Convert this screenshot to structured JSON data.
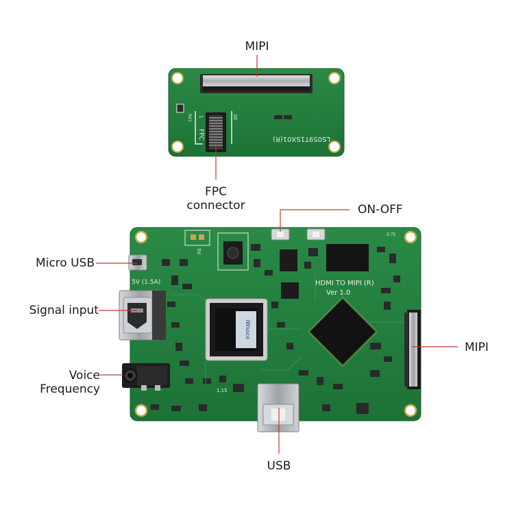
{
  "labels": {
    "mipi_top": "MIPI",
    "fpc_connector": "FPC\nconnector",
    "on_off": "ON-OFF",
    "micro_usb": "Micro USB",
    "signal_input": "Signal input",
    "voice_frequency": "Voice\nFrequency",
    "mipi_right": "MIPI",
    "usb": "USB"
  },
  "board_text": {
    "small_board_model": "LS059T1SX01(R)",
    "small_board_fpc": "FPC",
    "small_board_pin1": "1",
    "small_board_pin30": "30",
    "small_board_rx1": "RX1",
    "main_board_title": "HDMI TO MIPI (R)",
    "main_board_ver": "Ver 1.0",
    "main_board_power": "5V (1.5A)",
    "main_board_5v": "5V",
    "main_board_075": "0.75",
    "main_board_115": "1.15",
    "chip_text": "IWsoco"
  },
  "colors": {
    "pcb": "#1f7a3a",
    "pcb_dark": "#145c2a",
    "pcb_light": "#2a8c47",
    "silk": "#e8efe6",
    "chip": "#141414",
    "metal": "#b9bcbf",
    "pointer": "#c0392b",
    "hole": "#ffffff",
    "gold": "#c9a74a"
  }
}
